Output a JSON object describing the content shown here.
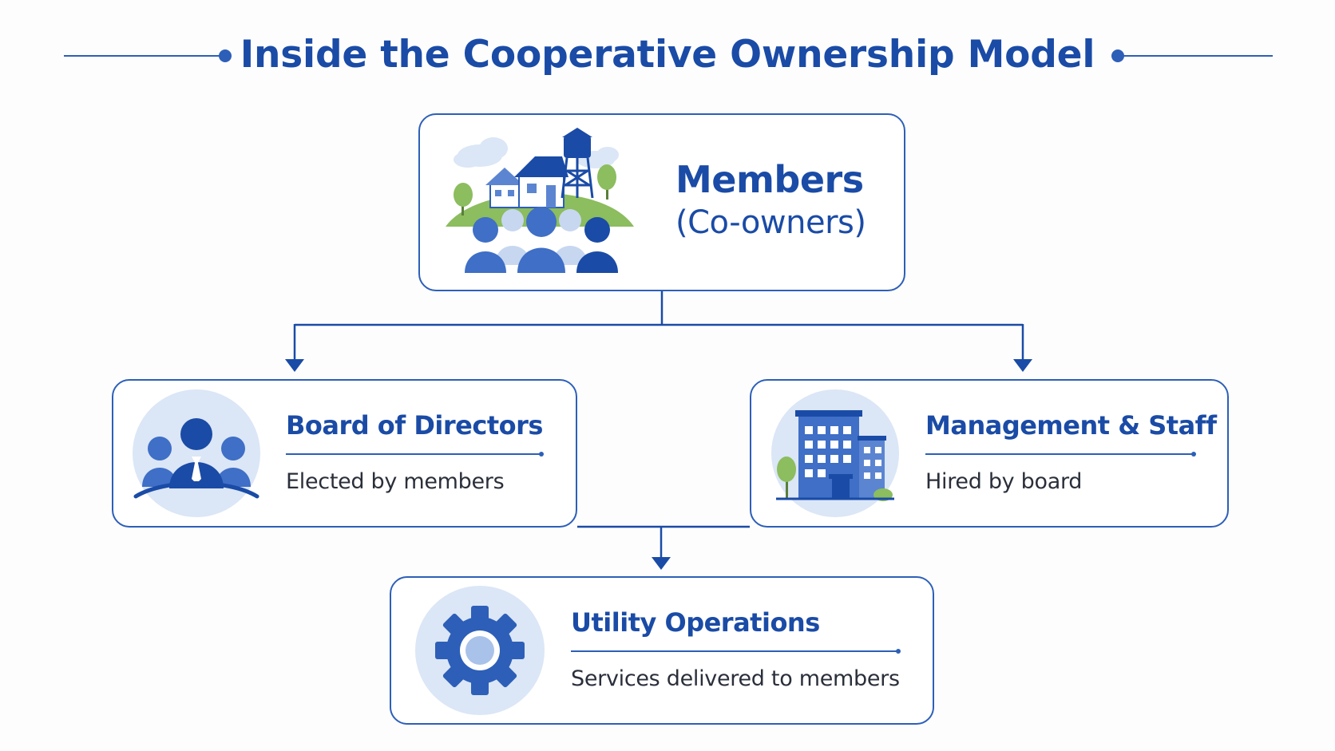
{
  "title": "Inside the Cooperative Ownership Model",
  "colors": {
    "primary": "#1a4ba6",
    "accent": "#2d5fb8",
    "light_blue": "#dbe6f6",
    "mid_blue": "#5b85d1",
    "green": "#8cbd5e",
    "text_dark": "#2a2f3a"
  },
  "nodes": {
    "members": {
      "title": "Members",
      "subtitle": "(Co-owners)",
      "icon": "community-people-houses-water-tower-icon"
    },
    "board": {
      "title": "Board of Directors",
      "subtitle": "Elected by members",
      "icon": "board-people-icon"
    },
    "management": {
      "title": "Management & Staff",
      "subtitle": "Hired by board",
      "icon": "office-building-icon"
    },
    "operations": {
      "title": "Utility Operations",
      "subtitle": "Services delivered to members",
      "icon": "gear-icon"
    }
  },
  "edges": [
    {
      "from": "Members",
      "to": "Board of Directors"
    },
    {
      "from": "Members",
      "to": "Management & Staff"
    },
    {
      "from": "Board of Directors",
      "to": "Utility Operations"
    },
    {
      "from": "Management & Staff",
      "to": "Utility Operations"
    }
  ]
}
